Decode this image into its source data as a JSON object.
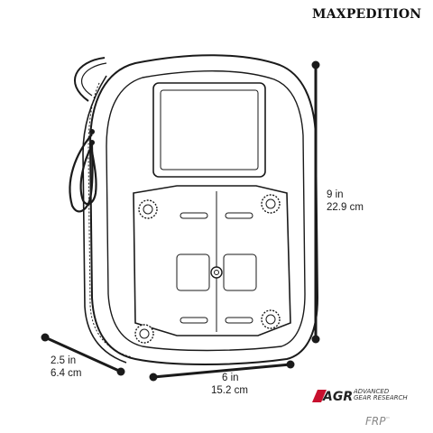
{
  "brand": {
    "name": "MAXPEDITION"
  },
  "dimensions": {
    "height": {
      "imperial": "9 in",
      "metric": "22.9 cm"
    },
    "depth": {
      "imperial": "2.5 in",
      "metric": "6.4 cm"
    },
    "width": {
      "imperial": "6 in",
      "metric": "15.2 cm"
    }
  },
  "badge": {
    "agr": "AGR",
    "line1": "ADVANCED",
    "line2": "GEAR RESEARCH",
    "frp": "FRP",
    "tm": "™"
  },
  "colors": {
    "ink": "#1a1a1a",
    "accent": "#c8102e",
    "background": "#ffffff"
  }
}
